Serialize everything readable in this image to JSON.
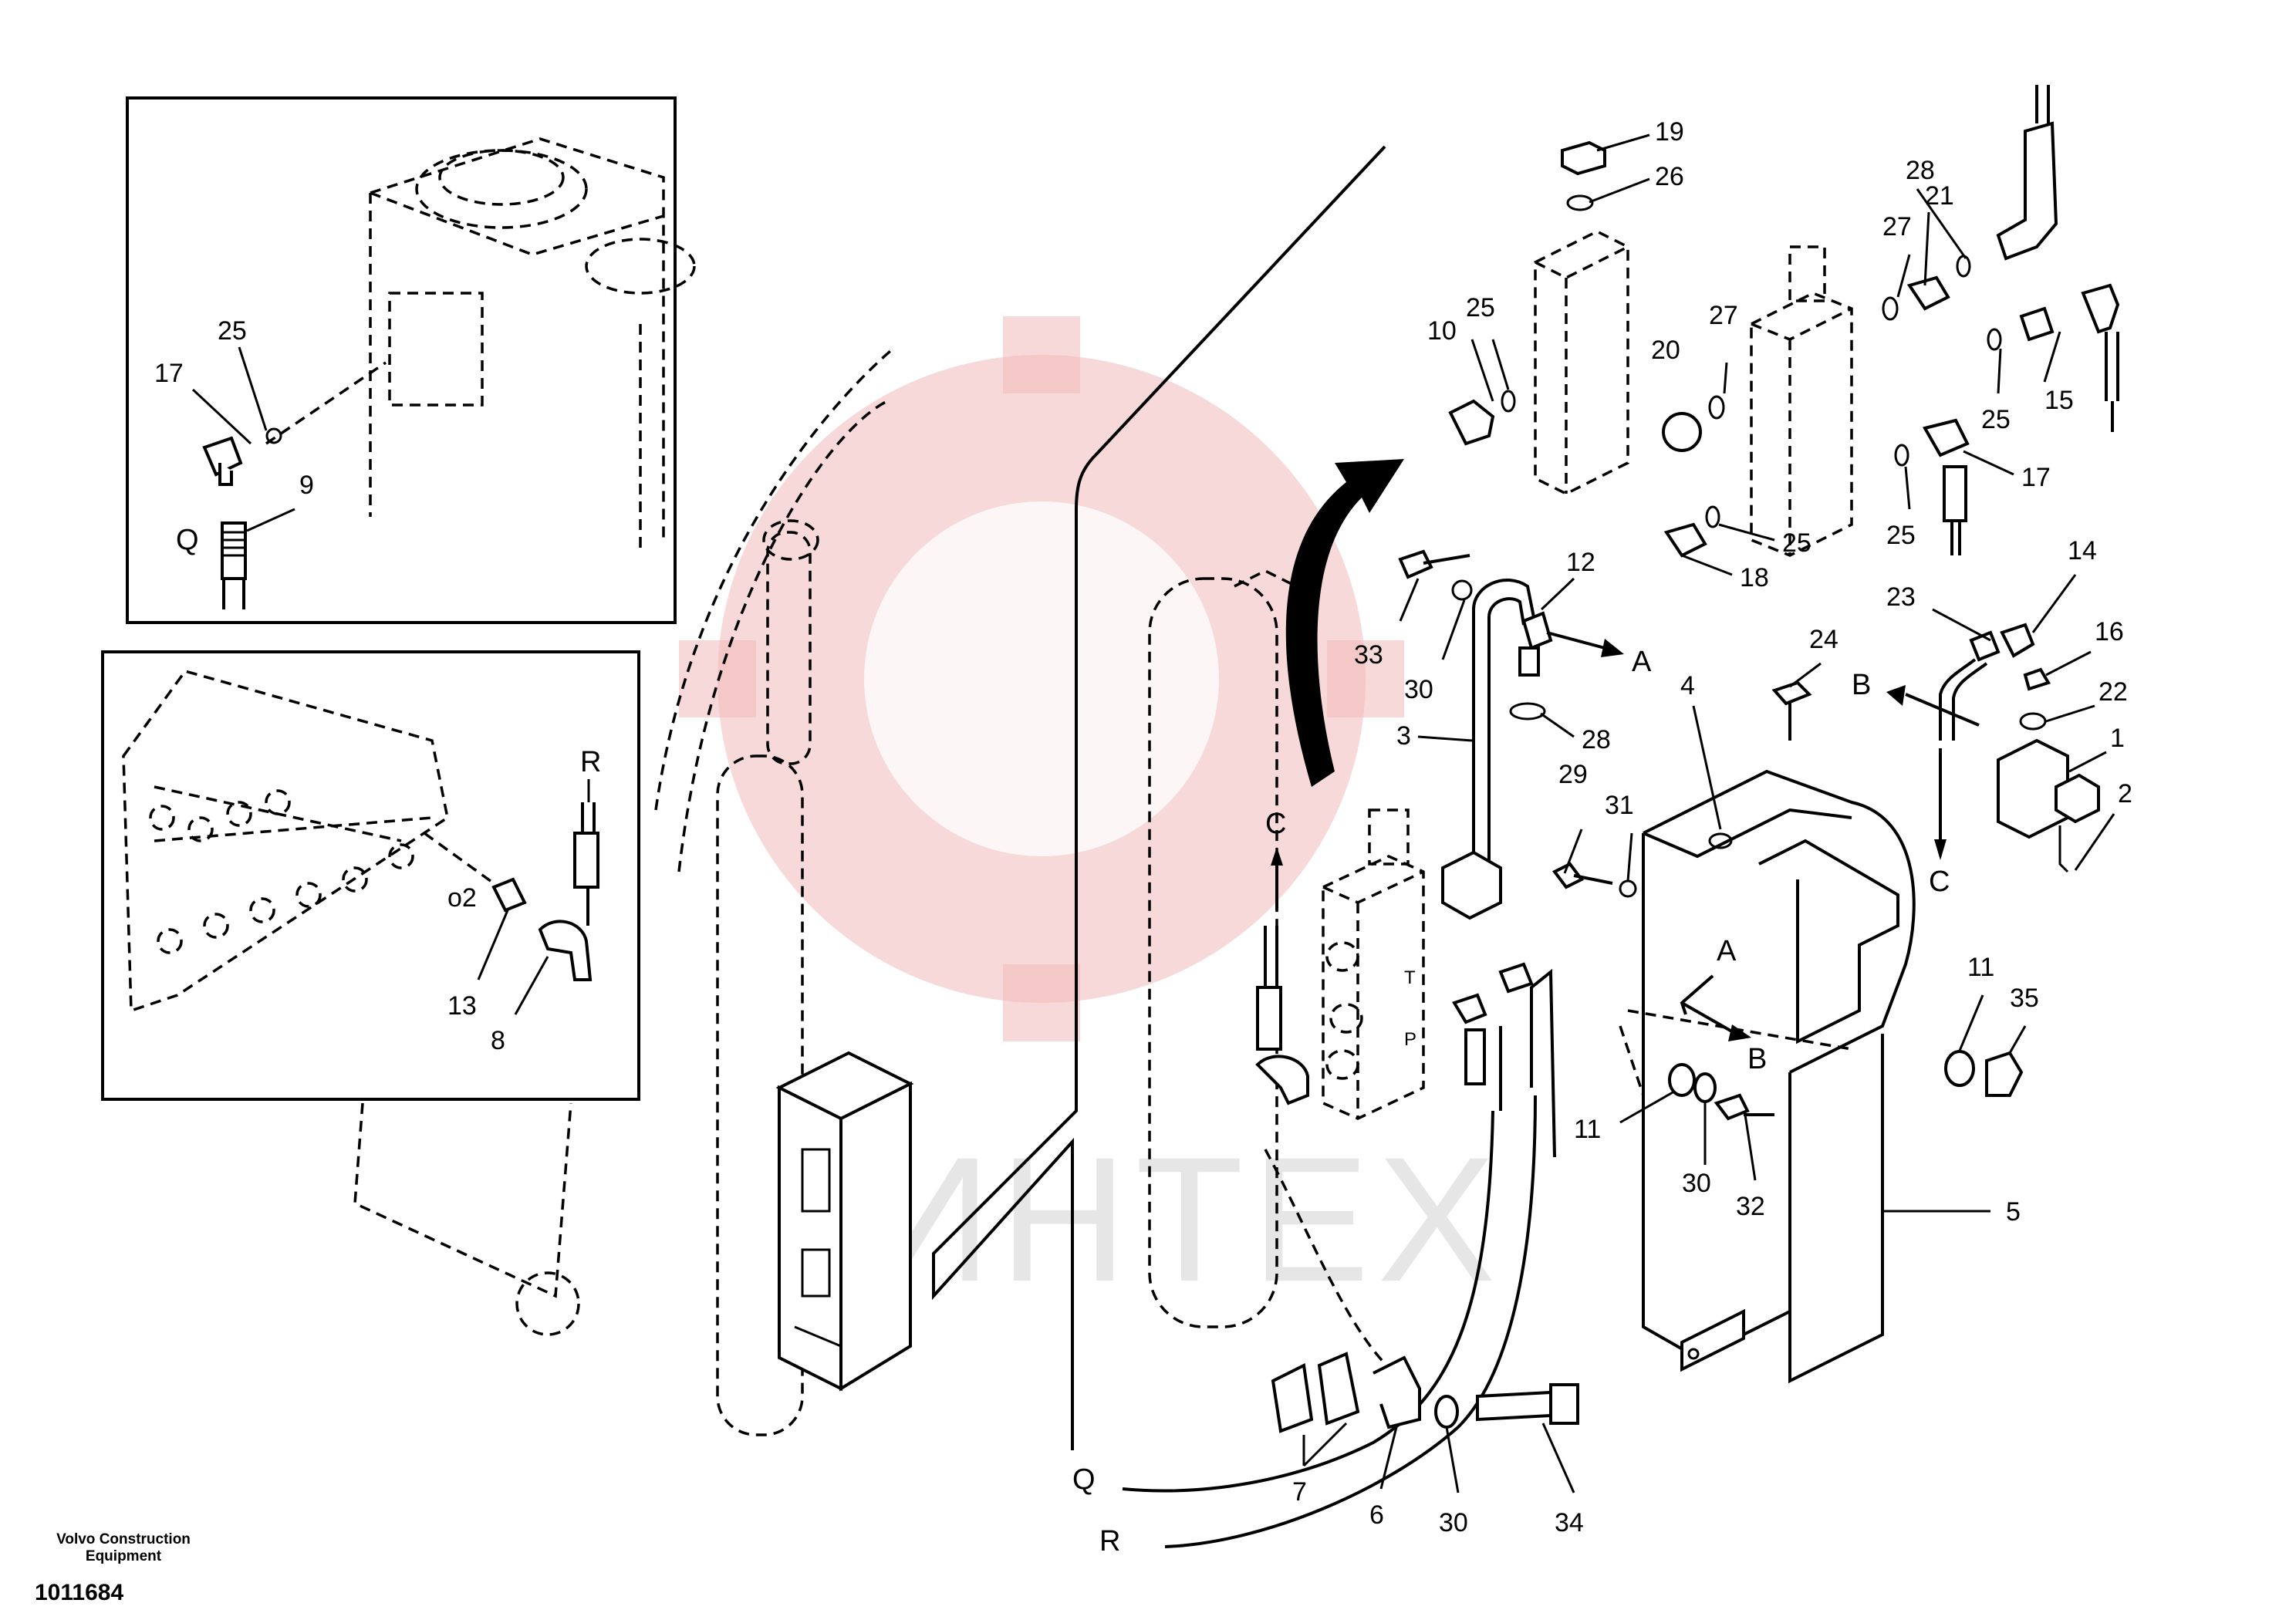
{
  "labels": {
    "l1": "1",
    "l2": "2",
    "l3": "3",
    "l4": "4",
    "l5": "5",
    "l6": "6",
    "l7": "7",
    "l8": "8",
    "l9": "9",
    "l10": "10",
    "l11a": "11",
    "l11b": "11",
    "l12": "12",
    "l13": "13",
    "l14": "14",
    "l15": "15",
    "l16": "16",
    "l17a": "17",
    "l17b": "17",
    "l18": "18",
    "l19": "19",
    "l20": "20",
    "l21": "21",
    "l22": "22",
    "l23": "23",
    "l24": "24",
    "l25a": "25",
    "l25b": "25",
    "l25c": "25",
    "l25d": "25",
    "l25e": "25",
    "l26": "26",
    "l27a": "27",
    "l27b": "27",
    "l28a": "28",
    "l28b": "28",
    "l29": "29",
    "l30a": "30",
    "l30b": "30",
    "l30c": "30",
    "l31": "31",
    "l32": "32",
    "l33": "33",
    "l34": "34",
    "l35": "35"
  },
  "letters": {
    "Q_inset": "Q",
    "R_inset": "R",
    "Q_main": "Q",
    "R_main": "R",
    "A_top": "A",
    "A_mid": "A",
    "B_right": "B",
    "B_mid": "B",
    "C_left": "C",
    "C_right": "C",
    "T_port": "T",
    "P_port": "P",
    "o2": "o2"
  },
  "watermark": "ИНТЕХ",
  "footer": {
    "company": "Volvo Construction Equipment",
    "number": "1011684"
  }
}
